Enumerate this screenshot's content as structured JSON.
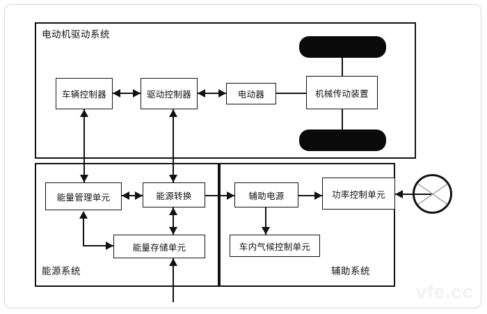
{
  "diagram": {
    "title_watermark": "vfe.cc",
    "panels": [
      {
        "id": "drive",
        "label": "电动机驱动系统"
      },
      {
        "id": "energy",
        "label": "能源系统"
      },
      {
        "id": "auxiliary",
        "label": "辅助系统"
      }
    ],
    "nodes": [
      {
        "id": "vehicle-controller",
        "label": "车辆控制器"
      },
      {
        "id": "drive-controller",
        "label": "驱动控制器"
      },
      {
        "id": "motor",
        "label": "电动器"
      },
      {
        "id": "mechanical-transmission",
        "label": "机械传动装置"
      },
      {
        "id": "energy-management-unit",
        "label": "能量管理单元"
      },
      {
        "id": "energy-conversion",
        "label": "能源转换"
      },
      {
        "id": "energy-storage-unit",
        "label": "能量存储单元"
      },
      {
        "id": "auxiliary-power-supply",
        "label": "辅助电源"
      },
      {
        "id": "power-control-unit",
        "label": "功率控制单元"
      },
      {
        "id": "cabin-climate-control-unit",
        "label": "车内气候控制单元"
      }
    ],
    "symbols": [
      {
        "id": "wheel-top",
        "label": "车轮"
      },
      {
        "id": "wheel-bottom",
        "label": "车轮"
      },
      {
        "id": "steering-wheel",
        "label": "方向盘"
      }
    ],
    "colors": {
      "stroke": "#111111",
      "background": "#ffffff",
      "wheel": "#0a0a0a",
      "watermark": "#f2f2f2"
    },
    "edges": [
      {
        "from": "vehicle-controller",
        "to": "drive-controller",
        "type": "bidirectional"
      },
      {
        "from": "drive-controller",
        "to": "motor",
        "type": "bidirectional"
      },
      {
        "from": "motor",
        "to": "mechanical-transmission",
        "type": "plain"
      },
      {
        "from": "mechanical-transmission",
        "to": "wheel-top",
        "type": "plain"
      },
      {
        "from": "mechanical-transmission",
        "to": "wheel-bottom",
        "type": "plain"
      },
      {
        "from": "energy-management-unit",
        "to": "vehicle-controller",
        "type": "bidirectional"
      },
      {
        "from": "energy-conversion",
        "to": "drive-controller",
        "type": "bidirectional"
      },
      {
        "from": "energy-management-unit",
        "to": "energy-conversion",
        "type": "bidirectional"
      },
      {
        "from": "energy-management-unit",
        "to": "energy-storage-unit",
        "type": "bidirectional"
      },
      {
        "from": "energy-conversion",
        "to": "energy-storage-unit",
        "type": "bidirectional"
      },
      {
        "from": "external-source",
        "to": "energy-storage-unit",
        "type": "directed"
      },
      {
        "from": "energy-conversion",
        "to": "auxiliary-power-supply",
        "type": "directed"
      },
      {
        "from": "auxiliary-power-supply",
        "to": "power-control-unit",
        "type": "directed"
      },
      {
        "from": "auxiliary-power-supply",
        "to": "cabin-climate-control-unit",
        "type": "directed"
      },
      {
        "from": "steering-wheel",
        "to": "power-control-unit",
        "type": "directed"
      }
    ]
  }
}
